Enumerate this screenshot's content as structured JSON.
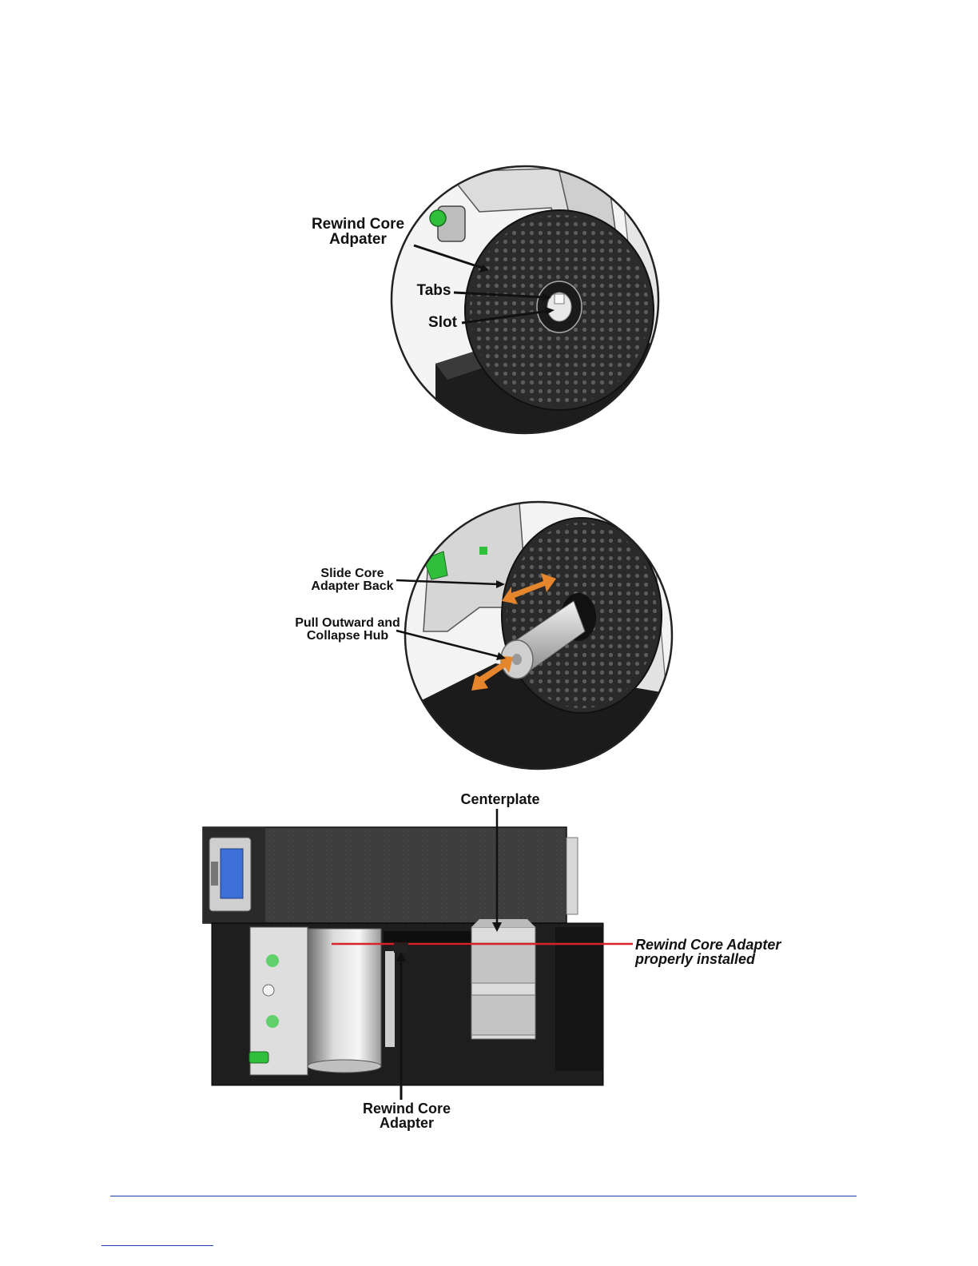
{
  "figure1": {
    "label_adapter": "Rewind Core\nAdpater",
    "label_tabs": "Tabs",
    "label_slot": "Slot"
  },
  "figure2": {
    "label_slide": "Slide Core\nAdapter Back",
    "label_pull": "Pull Outward and\nCollapse Hub"
  },
  "figure3": {
    "label_centerplate": "Centerplate",
    "label_installed": "Rewind Core Adapter\nproperly installed",
    "label_adapter": "Rewind Core\nAdapter"
  },
  "colors": {
    "accent_green": "#2fbf3a",
    "arrow_orange": "#e5862c",
    "indicator_red": "#d8232a",
    "lcd_blue": "#3d6fd8",
    "rule_blue": "#1c3fa8"
  }
}
